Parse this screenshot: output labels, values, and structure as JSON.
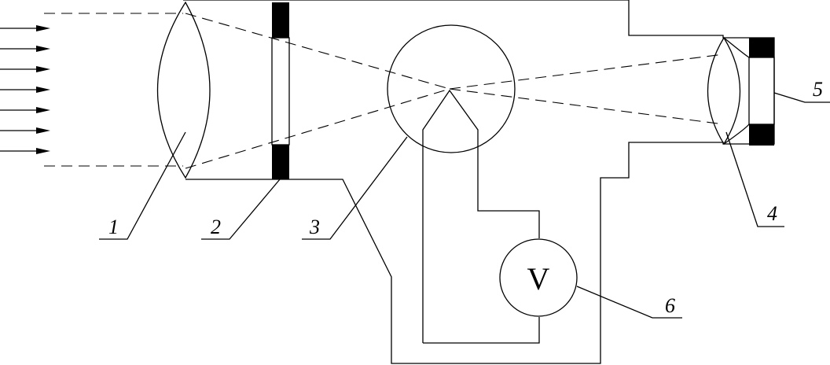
{
  "diagram": {
    "labels": {
      "lens_objective": "1",
      "diaphragm": "2",
      "sensor_sphere": "3",
      "lens_eyepiece": "4",
      "eyepiece_window": "5",
      "voltmeter": "6"
    },
    "voltmeter_symbol": "V",
    "incoming_arrow_count": 7
  }
}
